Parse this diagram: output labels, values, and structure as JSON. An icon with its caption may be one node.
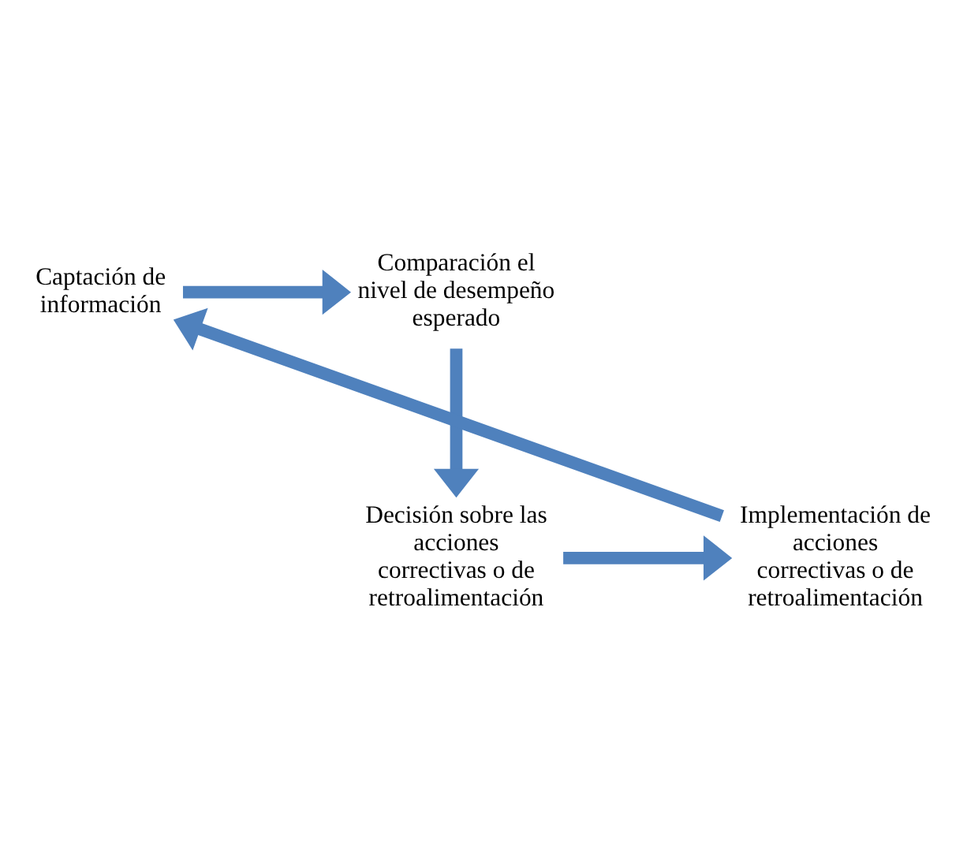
{
  "diagram": {
    "nodes": [
      {
        "text": [
          "Captación de información"
        ]
      },
      {
        "text": [
          "Comparación el nivel de desempeño esperado"
        ]
      },
      {
        "text": [
          "Decisión sobre las acciones correctivas o de retroalimentación"
        ]
      },
      {
        "text": [
          "Implementación de acciones correctivas o de retroalimentación"
        ]
      }
    ],
    "edges": [
      {
        "from": 0,
        "to": 1,
        "arrow": "to"
      },
      {
        "from": 1,
        "to": 2,
        "arrow": "to"
      },
      {
        "from": 2,
        "to": 3,
        "arrow": "to"
      },
      {
        "from": 3,
        "to": 0,
        "arrow": "to"
      }
    ]
  }
}
